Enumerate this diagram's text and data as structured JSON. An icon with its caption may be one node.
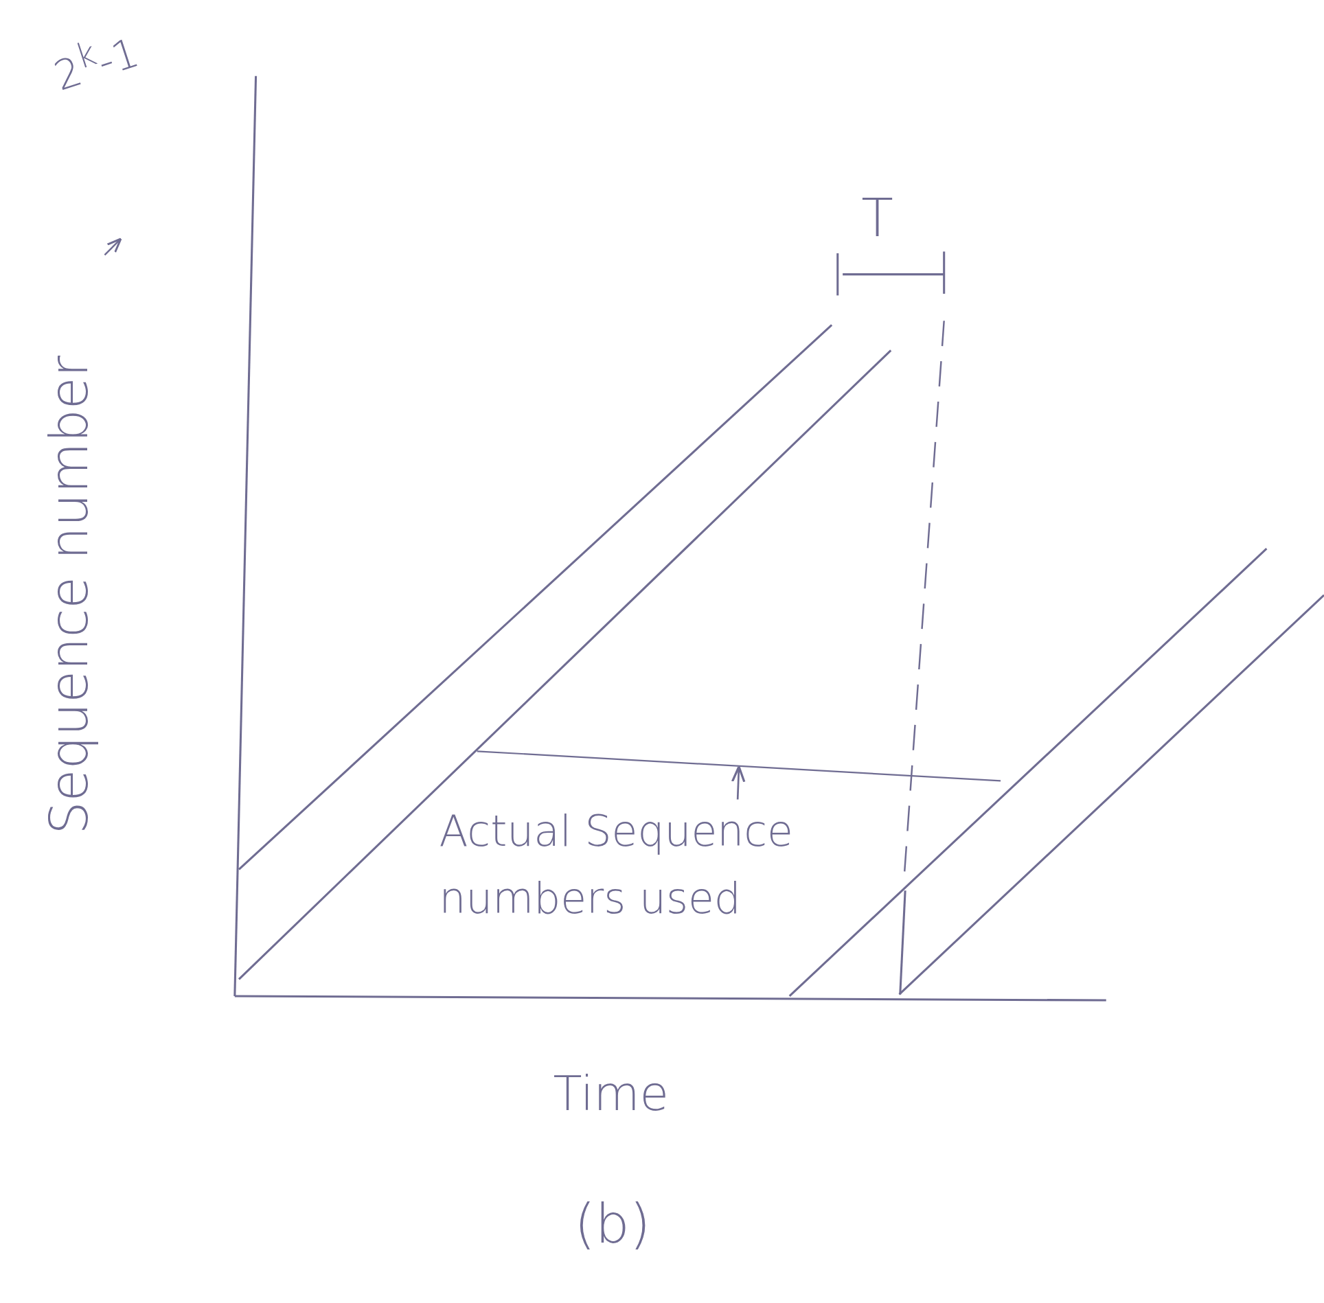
{
  "diagram": {
    "nodes": [
      {
        "text": [
          "Actual Sequence numbers used"
        ]
      },
      {
        "text": [],
        "shape": "line"
      }
    ],
    "edges": [
      {
        "from": 0,
        "to": 1,
        "arrow": "to"
      }
    ],
    "labels": [
      "2$^{k}$-1",
      "Sequence number",
      "T",
      "Time",
      "(b)"
    ]
  }
}
